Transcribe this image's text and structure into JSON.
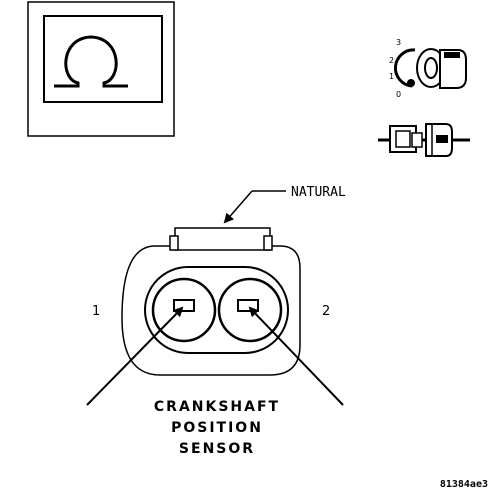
{
  "callout": {
    "natural_label": "NATURAL"
  },
  "connector": {
    "pin1_label": "1",
    "pin2_label": "2"
  },
  "component": {
    "title_line1": "CRANKSHAFT",
    "title_line2": "POSITION",
    "title_line3": "SENSOR"
  },
  "figure_code": "81384ae3",
  "ignition_key": {
    "positions": [
      "3",
      "2",
      "1",
      "0"
    ]
  },
  "icons": {
    "omega_symbol": "omega-icon",
    "ignition_key": "ignition-key-icon",
    "connector_plug": "connector-plug-icon"
  }
}
